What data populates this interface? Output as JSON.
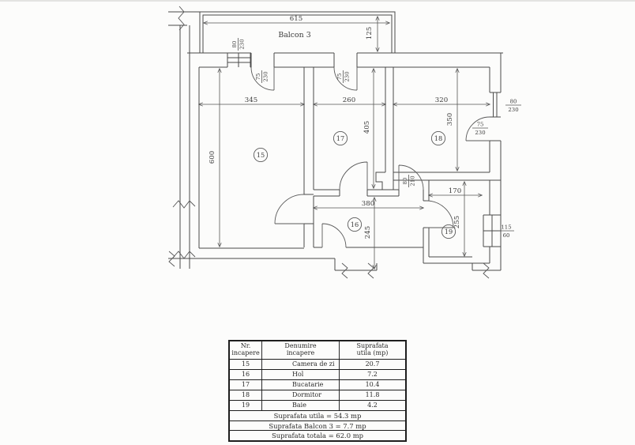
{
  "plan": {
    "balcony": {
      "label": "Balcon 3",
      "width": "615",
      "depth": "125"
    },
    "dims": {
      "living_w": "345",
      "kitchen_w": "260",
      "bedroom_w": "320",
      "living_h": "600",
      "kitchen_h": "405",
      "bedroom_h": "350",
      "hall_w": "380",
      "hall_h": "245",
      "bath_w": "170",
      "bath_h": "255"
    },
    "openings": {
      "door_80_230": {
        "w": "80",
        "h": "230"
      },
      "door_75_230": {
        "w": "75",
        "h": "230"
      },
      "door_80_210": {
        "w": "80",
        "h": "210"
      },
      "window_115_60": {
        "w": "115",
        "h": "60"
      }
    },
    "room_numbers": {
      "living": "15",
      "hall": "16",
      "kitchen": "17",
      "bedroom": "18",
      "bath": "19"
    }
  },
  "table": {
    "headers": {
      "col1": [
        "Nr.",
        "incapere"
      ],
      "col2": [
        "Denumire",
        "incapere"
      ],
      "col3": [
        "Suprafata",
        "utila (mp)"
      ]
    },
    "rows": [
      {
        "nr": "15",
        "name": "Camera de zi",
        "area": "20.7"
      },
      {
        "nr": "16",
        "name": "Hol",
        "area": "7.2"
      },
      {
        "nr": "17",
        "name": "Bucatarie",
        "area": "10.4"
      },
      {
        "nr": "18",
        "name": "Dormitor",
        "area": "11.8"
      },
      {
        "nr": "19",
        "name": "Baie",
        "area": "4.2"
      }
    ],
    "summary": [
      "Suprafata utila = 54.3 mp",
      "Suprafata Balcon 3 = 7.7 mp",
      "Suprafata totala = 62.0 mp"
    ]
  }
}
